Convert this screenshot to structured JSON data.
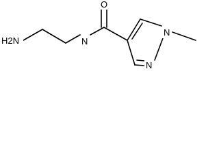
{
  "molecule": {
    "atoms": {
      "amine": "H2N",
      "amide_nh": "N",
      "carbonyl_o": "O",
      "ring_n1": "N",
      "ring_n2": "N"
    },
    "bond_color": "#000000",
    "label_color": "#000000"
  }
}
